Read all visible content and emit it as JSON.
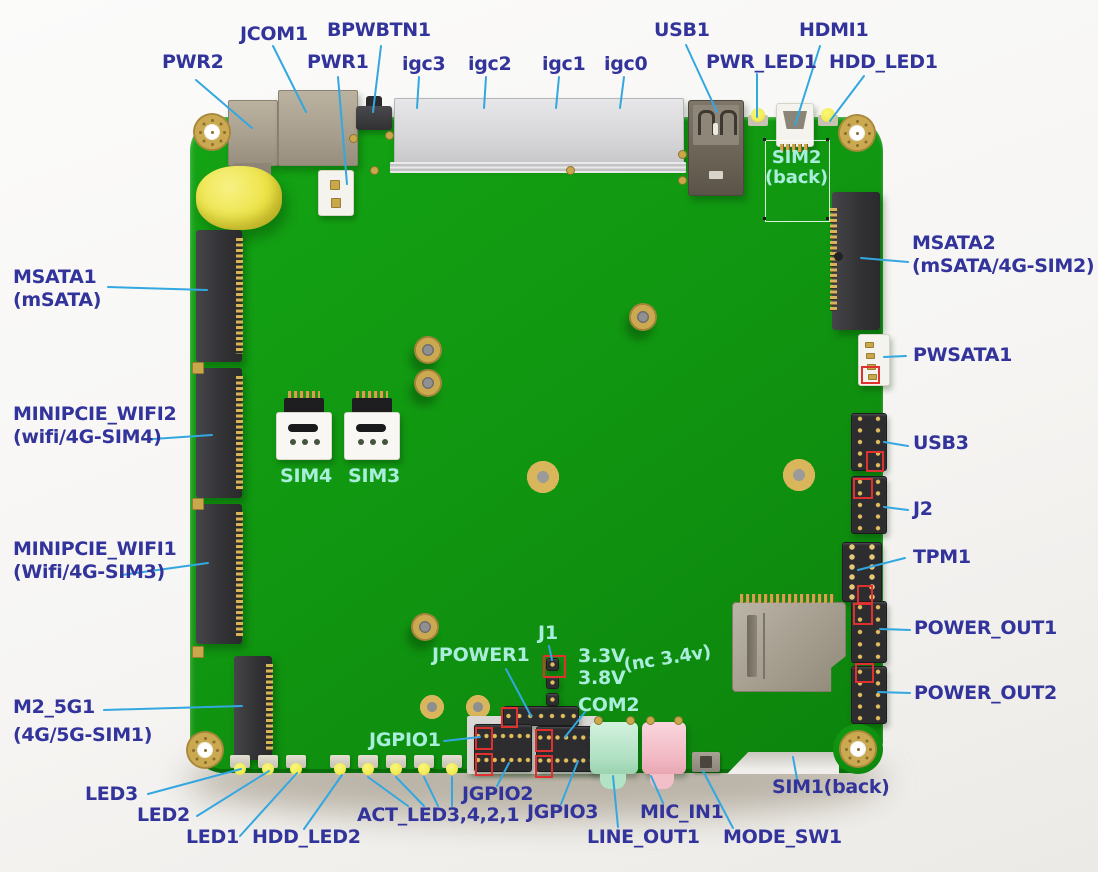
{
  "colors": {
    "labelBlue": "#32349B",
    "onboardCyan": "#A9EDDC",
    "leaderCyan": "#33A7E0",
    "pcbGreen": "#109710",
    "pin1Red": "#E03131",
    "ledYellow": "#F2EC52"
  },
  "labels": {
    "pwr2": "PWR2",
    "jcom1": "JCOM1",
    "bpwbtn1": "BPWBTN1",
    "pwr1": "PWR1",
    "igc3": "igc3",
    "igc2": "igc2",
    "igc1": "igc1",
    "igc0": "igc0",
    "usb1": "USB1",
    "pwr_led1": "PWR_LED1",
    "hdmi1": "HDMI1",
    "hdd_led1": "HDD_LED1",
    "msata1": "MSATA1",
    "msata1_sub": "(mSATA)",
    "minipcie_wifi2": "MINIPCIE_WIFI2",
    "minipcie_wifi2_sub": "(wifi/4G-SIM4)",
    "minipcie_wifi1": "MINIPCIE_WIFI1",
    "minipcie_wifi1_sub": "(Wifi/4G-SIM3)",
    "m2_5g1": "M2_5G1",
    "m2_5g1_sub": "(4G/5G-SIM1)",
    "msata2": "MSATA2",
    "msata2_sub": "(mSATA/4G-SIM2)",
    "pwsata1": "PWSATA1",
    "usb3": "USB3",
    "j2": "J2",
    "tpm1": "TPM1",
    "power_out1": "POWER_OUT1",
    "power_out2": "POWER_OUT2",
    "sim1": "SIM1(back)",
    "led3": "LED3",
    "led2": "LED2",
    "led1": "LED1",
    "hdd_led2": "HDD_LED2",
    "act_leds": "ACT_LED3,4,2,1",
    "jgpio2": "JGPIO2",
    "jgpio3": "JGPIO3",
    "line_out1": "LINE_OUT1",
    "mic_in1": "MIC_IN1",
    "mode_sw1": "MODE_SW1"
  },
  "onboard": {
    "sim2_l1": "SIM2",
    "sim2_l2": "(back)",
    "sim4": "SIM4",
    "sim3": "SIM3",
    "j1": "J1",
    "jpower1": "JPOWER1",
    "v33": "3.3V",
    "v38": "3.8V",
    "nc": "(nc 3.4v)",
    "com2": "COM2",
    "jgpio1": "JGPIO1"
  }
}
